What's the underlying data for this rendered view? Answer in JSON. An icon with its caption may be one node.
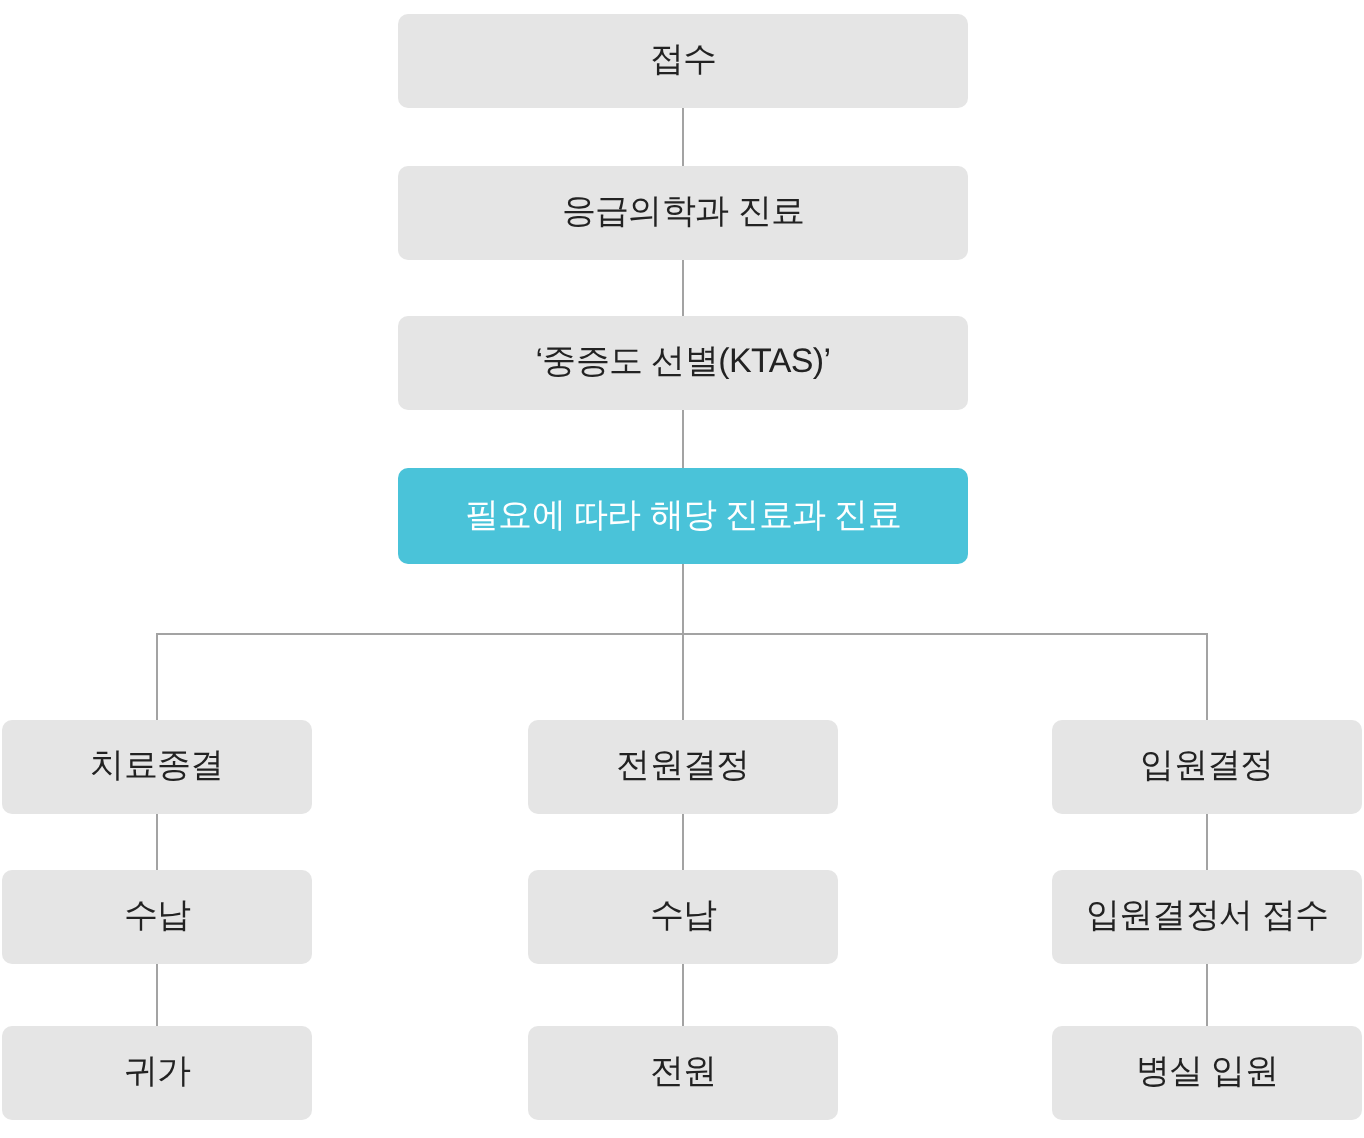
{
  "diagram": {
    "nodes": [
      {
        "text": [
          "접수"
        ]
      },
      {
        "text": [
          "응급의학과 진료"
        ]
      },
      {
        "text": [
          "‘중증도 선별(KTAS)’"
        ]
      },
      {
        "text": [
          "필요에 따라 해당 진료과 진료"
        ]
      },
      {
        "text": [
          "치료종결"
        ]
      },
      {
        "text": [
          "전원결정"
        ]
      },
      {
        "text": [
          "입원결정"
        ]
      },
      {
        "text": [
          "수납"
        ]
      },
      {
        "text": [
          "수납"
        ]
      },
      {
        "text": [
          "입원결정서 접수"
        ]
      },
      {
        "text": [
          "귀가"
        ]
      },
      {
        "text": [
          "전원"
        ]
      },
      {
        "text": [
          "병실 입원"
        ]
      }
    ],
    "edges": [
      {
        "from": 0,
        "to": 1,
        "arrow": "none"
      },
      {
        "from": 1,
        "to": 2,
        "arrow": "none"
      },
      {
        "from": 2,
        "to": 3,
        "arrow": "none"
      },
      {
        "from": 3,
        "to": 4,
        "arrow": "none"
      },
      {
        "from": 3,
        "to": 5,
        "arrow": "none"
      },
      {
        "from": 3,
        "to": 6,
        "arrow": "none"
      },
      {
        "from": 4,
        "to": 7,
        "arrow": "none"
      },
      {
        "from": 7,
        "to": 10,
        "arrow": "none"
      },
      {
        "from": 5,
        "to": 8,
        "arrow": "none"
      },
      {
        "from": 8,
        "to": 11,
        "arrow": "none"
      },
      {
        "from": 6,
        "to": 9,
        "arrow": "none"
      },
      {
        "from": 9,
        "to": 12,
        "arrow": "none"
      }
    ]
  }
}
